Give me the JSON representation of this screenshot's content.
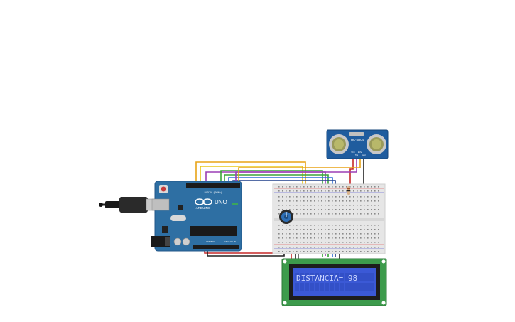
{
  "arduino": {
    "brand": "ARDUINO",
    "model": "UNO",
    "header_digital": "DIGITAL (PWM~)",
    "header_power": "POWER",
    "header_analog": "ANALOG IN"
  },
  "sensor": {
    "label": "HC-SR04",
    "pins": [
      "VCC",
      "Trig",
      "Echo",
      "Gnd"
    ]
  },
  "lcd": {
    "text": "DISTANCIA= 98"
  },
  "colors": {
    "board": "#2e6fa3",
    "breadboard": "#e6e6e6",
    "lcd_frame": "#3d9b4c",
    "lcd_screen": "#3b59d6",
    "sensor_board": "#1f5c9e",
    "wire_orange": "#e8a317",
    "wire_yellow": "#e8c81a",
    "wire_purple": "#9b3fb5",
    "wire_green": "#3aa43a",
    "wire_blue": "#2f6fd6",
    "wire_red": "#c62828",
    "wire_black": "#222222"
  }
}
